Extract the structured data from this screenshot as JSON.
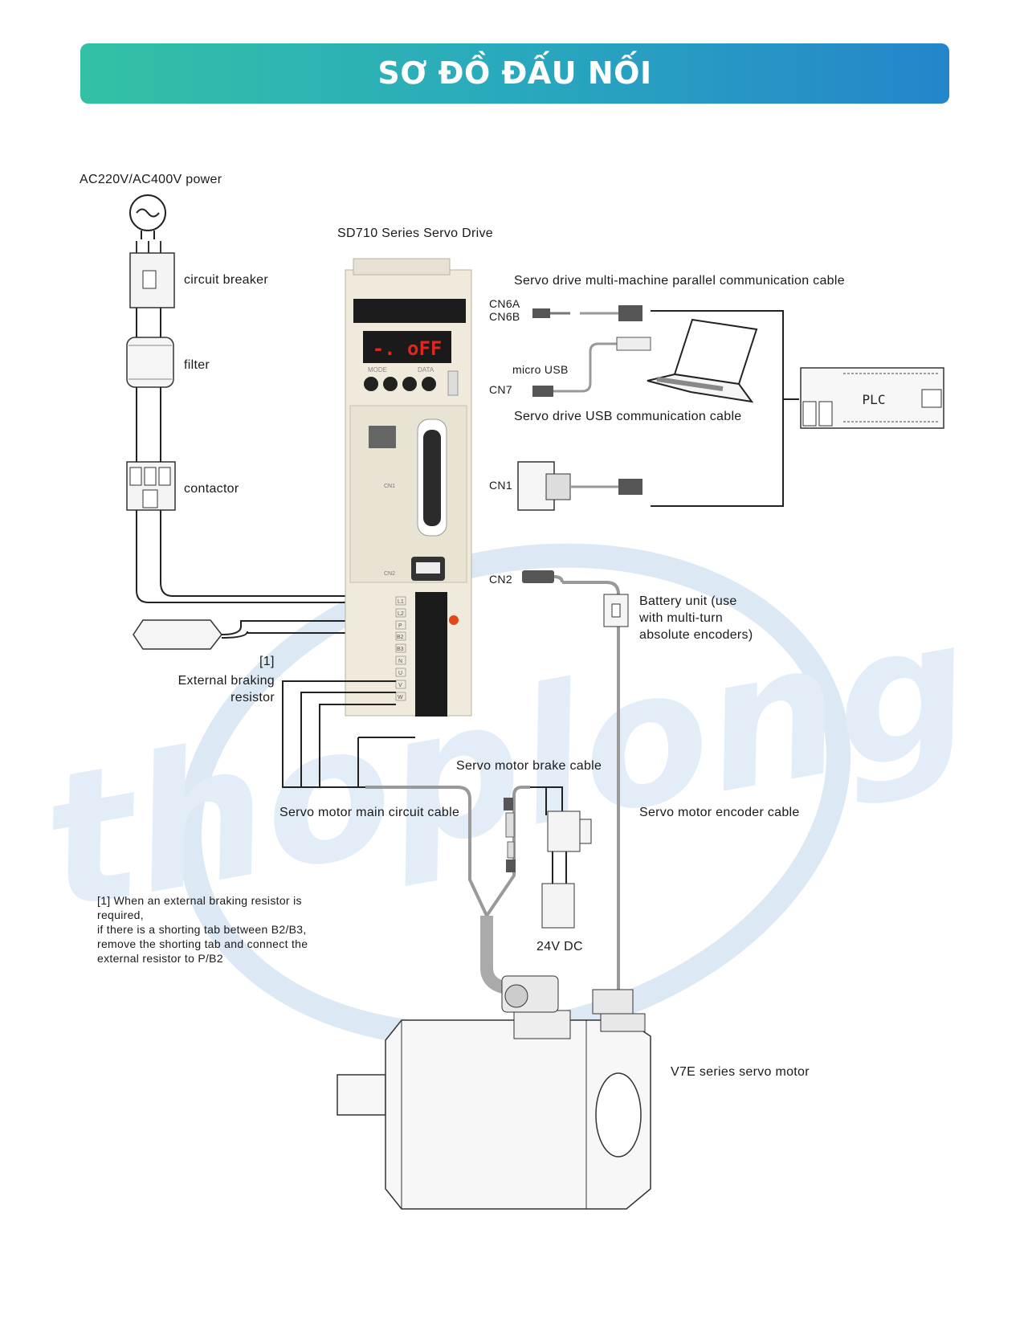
{
  "banner": {
    "title": "SƠ ĐỒ ĐẤU NỐI"
  },
  "watermark": {
    "text": "thoplong"
  },
  "labels": {
    "power": "AC220V/AC400V power",
    "drive": "SD710 Series Servo Drive",
    "breaker": "circuit breaker",
    "filter": "filter",
    "contactor": "contactor",
    "parallel_cable": "Servo drive multi-machine parallel communication cable",
    "cn6a": "CN6A",
    "cn6b": "CN6B",
    "micro_usb": "micro USB",
    "cn7": "CN7",
    "usb_cable": "Servo drive USB communication cable",
    "cn1": "CN1",
    "cn2": "CN2",
    "battery": [
      "Battery unit (use",
      "with multi-turn",
      "absolute encoders)"
    ],
    "ref_mark": "[1]",
    "braking_resistor": [
      "External braking",
      "resistor"
    ],
    "brake_cable": "Servo motor brake cable",
    "main_cable": "Servo motor main circuit cable",
    "encoder_cable": "Servo motor encoder cable",
    "dc24": "24V DC",
    "motor": "V7E series servo motor",
    "plc": "PLC"
  },
  "note": {
    "lines": [
      "[1] When an external braking resistor is",
      "required,",
      "if there is a shorting tab between B2/B3,",
      "remove the shorting tab and connect the",
      "external resistor to P/B2"
    ]
  },
  "drive_panel": {
    "display": "-. oFF",
    "keys": [
      "MODE",
      "DATA"
    ],
    "ports": [
      "CN1",
      "CN2"
    ],
    "terminals": [
      "L1",
      "L2",
      "P",
      "B2",
      "B3",
      "N",
      "U",
      "V",
      "W"
    ]
  },
  "colors": {
    "banner_start": "#33c1a5",
    "banner_end": "#2485cb",
    "watermark": "#dce8f4",
    "drive_body": "#efeadc"
  }
}
